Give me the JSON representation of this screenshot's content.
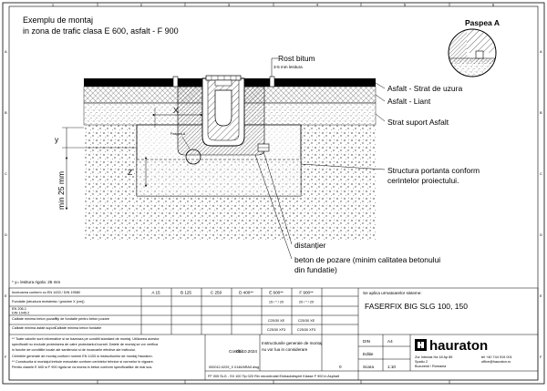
{
  "title": {
    "line1": "Exemplu de montaj",
    "line2": "in zona de trafic clasa E 600, asfalt - F 900"
  },
  "detail": {
    "title": "Paspea A"
  },
  "callouts": {
    "rost_bitum": "Rost bitum",
    "gap": "3-5 mm lesitura",
    "asfalt_uzura": "Asfalt - Strat de uzura",
    "asfalt_liant": "Asfalt - Liant",
    "strat_suport": "Strat suport Asfalt",
    "structura_line1": "Structura portanta conform",
    "structura_line2": "cerintelor proiectului.",
    "distantier": "distanțier",
    "beton_line1": "beton de pozare (minim calitatea betonului",
    "beton_line2": "din fundatie)",
    "paspea_small": "Paspea A"
  },
  "dimensions": {
    "x": "X",
    "y": "y",
    "z": "Z",
    "min25": "min 25 mm"
  },
  "footnote": "* y= lesitura rigola:  25 mm",
  "frame": {
    "cols": [
      "1",
      "2",
      "3",
      "4",
      "5",
      "6"
    ],
    "rows": [
      "A",
      "B",
      "C",
      "D",
      "E",
      "F"
    ]
  },
  "table": {
    "row1": {
      "label": "Incercarea conform cu EN 1433 / DIN 19580",
      "classes": [
        "A 15",
        "B 125",
        "C 250",
        "D 400**",
        "E 600**",
        "F 900**"
      ]
    },
    "row2": {
      "label": "Fundatie (structura rezistenta / grosime X (cm))",
      "e600": "15 / * / 20",
      "f900": "20 / * / 20"
    },
    "row3": {
      "label1": "EN 206-1",
      "label2": "DIN 1045-2"
    },
    "row4": {
      "label1": "Calitate minima beton pozare",
      "label2": "Tip de fundatie pentru beton pozare",
      "e600": "C25/30 XE",
      "f900": "C25/30 XE"
    },
    "row5": {
      "label1": "Calitate minima asfalt suport",
      "label2": "Calitate minima beton fundatie",
      "e600": "C25/30 XF3",
      "f900": "C25/30 XF3"
    },
    "system": {
      "label": "Se aplica urmatoarelor sisteme:",
      "name": "FASERFIX BIG SLG  100, 150"
    },
    "notes": [
      "** Toate valorile sunt informative si se bazeaza pe conditii standard de montaj. Utilizarea acestor",
      "specificatii nu exclude proiectarea de catre proiectantul lucrarii. Datele de montaj se vor verifica",
      "in functie de conditiile locale ale santierului si de incarcarile efective ale traficului.",
      "Cerintele generale de montaj conform normei EN 1433 si instructiunilor de montaj Hauraton.",
      "** Constructia si montajul trebuie executate conform cerintelor tehnice si normelor in vigoare.",
      "Pentru clasele E 600 si F 900 rigola se va monta in beton conform specificatiilor de mai sus."
    ],
    "date_label": "Conditii:",
    "date": "01.10.2024",
    "caption_line1": "Instructiunile generale de montaj",
    "caption_line2": "nu vor lua in considerare",
    "page_no": "0",
    "code": "000012-0229_X 0146/6RA0.dwg",
    "din": "DIN",
    "format": "A4",
    "edition": "Editie",
    "scale_label": "Scara",
    "scale": "1:10",
    "footer": "FF 005 SLG - SX 100 Tip 020 Rin necontrolati Einbaubeispiel Klasse F 900 in Asphalt"
  },
  "company": {
    "name": "hauraton",
    "address1": "Zur Intenda Ha 18  Ap 85",
    "address2": "Spatiu 2",
    "address3": "Bucuresti / Romania",
    "phone": "tel +40 744 919 001",
    "email": "office@hauraton.ro"
  }
}
